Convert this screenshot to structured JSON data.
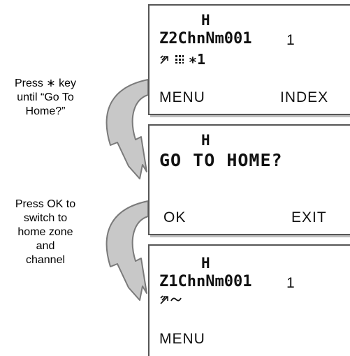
{
  "captions": {
    "step1": [
      "Press ∗ key",
      "until “Go To",
      "Home?”"
    ],
    "step2": [
      "Press OK to",
      "switch to",
      "home zone",
      "and",
      "channel"
    ]
  },
  "screens": [
    {
      "h_marker": "H",
      "channel_name": "Z2ChnNm001",
      "channel_number": "1",
      "status_icons": "antenna-icon grid-icon",
      "status_text": "∗1",
      "left_softkey": "MENU",
      "right_softkey": "INDEX"
    },
    {
      "h_marker": "H",
      "prompt_part1": "GO TO",
      "prompt_part2": "HOME?",
      "left_softkey": "OK",
      "right_softkey": "EXIT"
    },
    {
      "h_marker": "H",
      "channel_name": "Z1ChnNm001",
      "channel_number": "1",
      "status_icons": "antenna-icon wave-icon",
      "left_softkey": "MENU"
    }
  ],
  "colors": {
    "arrow_fill": "#c8c8c8",
    "arrow_stroke": "#7a7a7a",
    "screen_border": "#555555",
    "screen_shadow": "#bdbdbd"
  }
}
